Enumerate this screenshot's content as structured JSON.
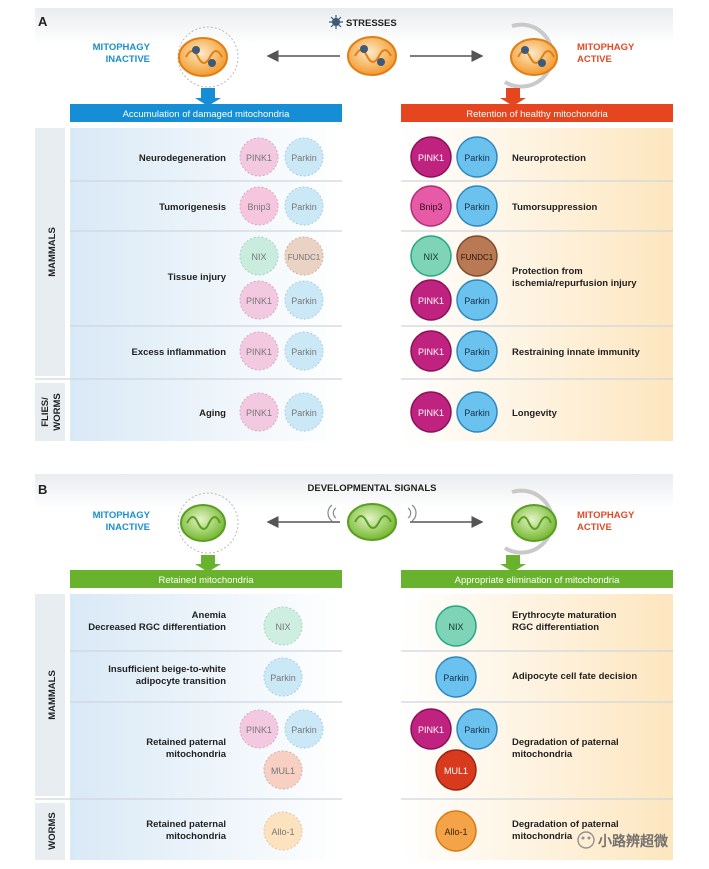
{
  "panelA": {
    "letter": "A",
    "header": "STRESSES",
    "left_state": [
      "MITOPHAGY",
      "INACTIVE"
    ],
    "right_state": [
      "MITOPHAGY",
      "ACTIVE"
    ],
    "left_banner": "Accumulation of damaged mitochondria",
    "right_banner": "Retention of healthy mitochondria",
    "group1": "MAMMALS",
    "group2": [
      "FLIES/",
      "WORMS"
    ],
    "rows": [
      {
        "left": [
          "Neurodegeneration"
        ],
        "right": [
          "Neuroprotection"
        ]
      },
      {
        "left": [
          "Tumorigenesis"
        ],
        "right": [
          "Tumorsuppression"
        ]
      },
      {
        "left": [
          "Tissue injury"
        ],
        "right": [
          "Protection from",
          "ischemia/repurfusion injury"
        ]
      },
      {
        "left": [
          "Excess inflammation"
        ],
        "right": [
          "Restraining innate immunity"
        ]
      },
      {
        "left": [
          "Aging"
        ],
        "right": [
          "Longevity"
        ]
      }
    ],
    "proteins": {
      "pink1": "PINK1",
      "parkin": "Parkin",
      "bnip3": "Bnip3",
      "nix": "NIX",
      "fundc1": "FUNDC1"
    }
  },
  "panelB": {
    "letter": "B",
    "header": "DEVELOPMENTAL SIGNALS",
    "left_state": [
      "MITOPHAGY",
      "INACTIVE"
    ],
    "right_state": [
      "MITOPHAGY",
      "ACTIVE"
    ],
    "left_banner": "Retained mitochondria",
    "right_banner": "Appropriate elimination of mitochondria",
    "group1": "MAMMALS",
    "group2": "WORMS",
    "rows": [
      {
        "left": [
          "Anemia",
          "Decreased RGC differentiation"
        ],
        "right": [
          "Erythrocyte maturation",
          "RGC differentiation"
        ]
      },
      {
        "left": [
          "Insufficient beige-to-white",
          "adipocyte transition"
        ],
        "right": [
          "Adipocyte cell fate decision"
        ]
      },
      {
        "left": [
          "Retained paternal",
          "mitochondria"
        ],
        "right": [
          "Degradation of paternal",
          "mitochondria"
        ]
      },
      {
        "left": [
          "Retained paternal",
          "mitochondria"
        ],
        "right": [
          "Degradation of paternal",
          "mitochondria"
        ]
      }
    ],
    "proteins": {
      "nix": "NIX",
      "parkin": "Parkin",
      "pink1": "PINK1",
      "mul1": "MUL1",
      "allo1": "Allo-1"
    }
  },
  "watermark": "小路辨超微",
  "colors": {
    "inactive_blue": "#1a8fd2",
    "active_red": "#e04b26",
    "banner_blue": "#168ed6",
    "banner_red": "#e5461f",
    "banner_green": "#69b22e",
    "pink1": "#c0237f",
    "parkin": "#2a9fdc",
    "bnip3": "#e0449a",
    "nix": "#23a884",
    "fundc1": "#a86a4a",
    "mul1": "#d83a1e",
    "allo1": "#ee8a1e"
  }
}
